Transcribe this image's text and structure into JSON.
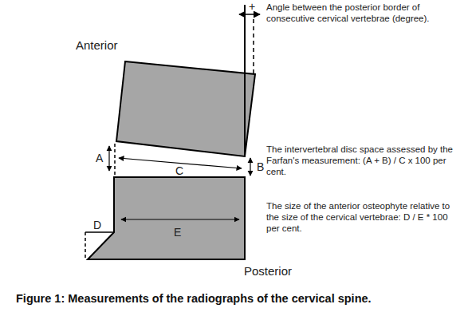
{
  "diagram": {
    "caption": "Figure 1: Measurements of the radiographs of the cervical spine.",
    "labels": [
      "+",
      "Angle between the posterior border of consecutive cervical vertebrae (degree).",
      "Anterior",
      "A",
      "C",
      "B",
      "The intervertebral disc space assessed by the Farfan's measurement: (A + B) / C x 100 per cent.",
      "D",
      "E",
      "The size of the anterior osteophyte relative to the size of the cervical vertebrae: D / E * 100 per cent.",
      "Posterior"
    ]
  }
}
